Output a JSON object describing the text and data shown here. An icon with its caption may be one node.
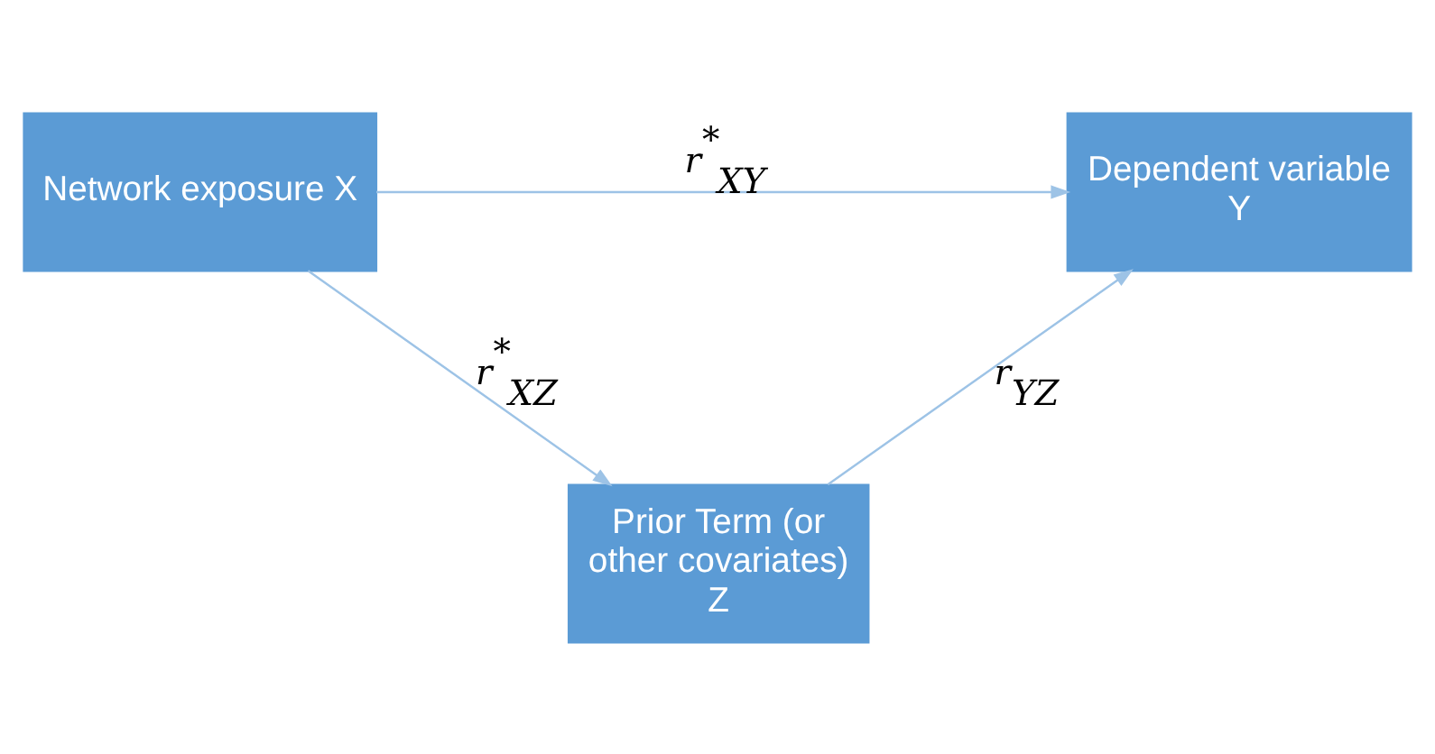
{
  "diagram": {
    "nodes": [
      {
        "text": [
          "Network exposure X"
        ]
      },
      {
        "text": [
          "Dependent variable Y"
        ]
      },
      {
        "text": [
          "Prior Term (or other covariates) Z"
        ]
      }
    ],
    "edges": [
      {
        "from": 0,
        "to": 1,
        "arrow": "to",
        "label": "r$^{*}$$_{XY}$"
      },
      {
        "from": 0,
        "to": 2,
        "arrow": "to",
        "label": "r$^{*}$$_{XZ}$"
      },
      {
        "from": 2,
        "to": 1,
        "arrow": "to",
        "label": "r$_{YZ}$"
      }
    ]
  }
}
